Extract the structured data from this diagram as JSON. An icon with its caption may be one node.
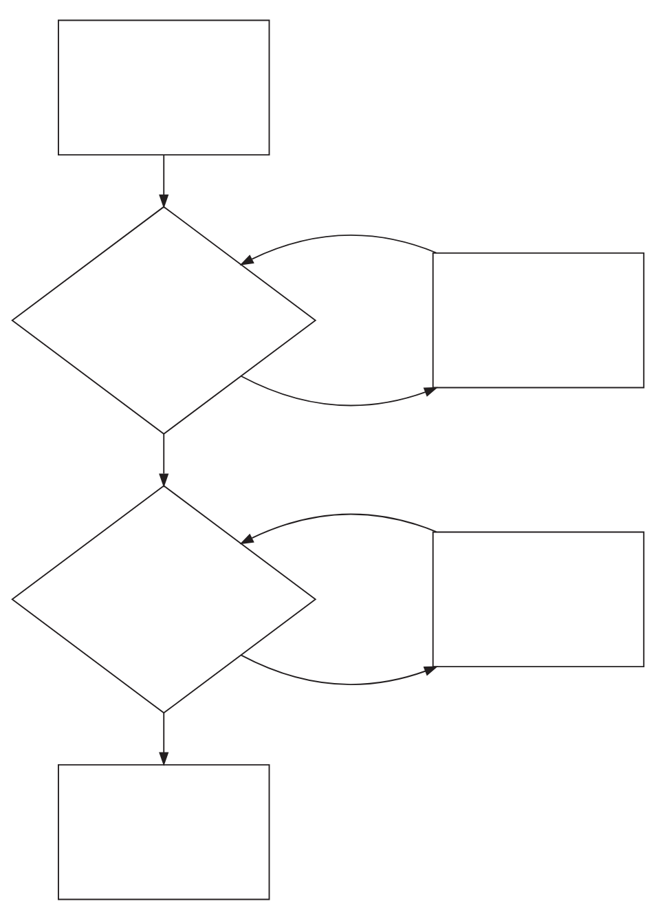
{
  "diagram": {
    "nodes": [
      {
        "text": [],
        "shape": "box"
      },
      {
        "text": [],
        "shape": "diamond"
      },
      {
        "text": [],
        "shape": "box"
      },
      {
        "text": [],
        "shape": "diamond"
      },
      {
        "text": [],
        "shape": "box"
      },
      {
        "text": [],
        "shape": "box"
      }
    ],
    "edges": [
      {
        "from": 0,
        "to": 1,
        "arrow": "to"
      },
      {
        "from": 1,
        "to": 2,
        "arrow": "to"
      },
      {
        "from": 2,
        "to": 1,
        "arrow": "to"
      },
      {
        "from": 1,
        "to": 3,
        "arrow": "to"
      },
      {
        "from": 3,
        "to": 4,
        "arrow": "to"
      },
      {
        "from": 4,
        "to": 3,
        "arrow": "to"
      },
      {
        "from": 3,
        "to": 5,
        "arrow": "to"
      }
    ]
  }
}
